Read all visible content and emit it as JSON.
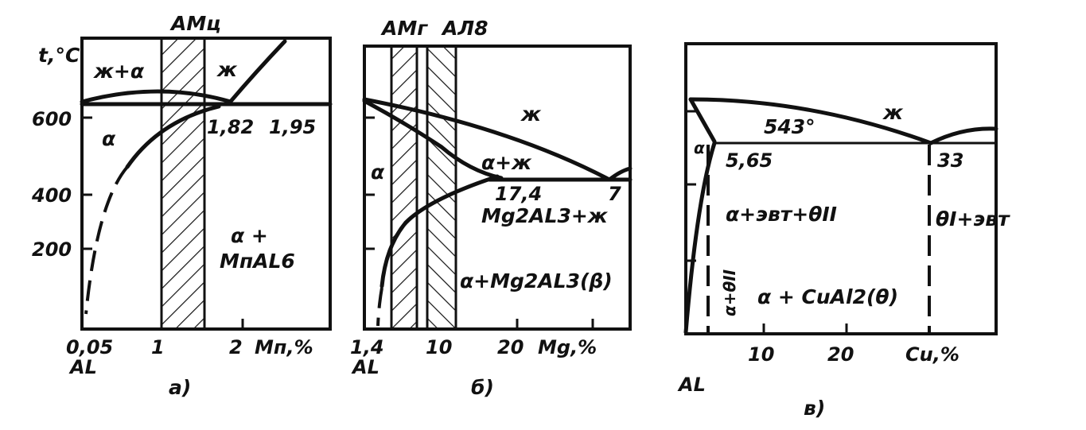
{
  "panel_a": {
    "top_label": "АМц",
    "y_axis_label": "t,°C",
    "y_ticks": [
      "600",
      "400",
      "200"
    ],
    "x_ticks": [
      "0,05",
      "1",
      "2",
      "Мп,%"
    ],
    "base_label": "AL",
    "caption": "а)",
    "regions": {
      "liquid_alpha": "ж+α",
      "liquid": "ж",
      "alpha": "α",
      "alpha_plus": "α +",
      "compound": "МпAL6"
    },
    "points": [
      "1,82",
      "1,95"
    ]
  },
  "panel_b": {
    "top_labels": [
      "АМг",
      "АЛ8"
    ],
    "x_ticks": [
      "1,4",
      "10",
      "20",
      "Mg,%"
    ],
    "base_label": "AL",
    "caption": "б)",
    "regions": {
      "liquid": "ж",
      "alpha_liquid": "α+ж",
      "alpha": "α",
      "beta_liquid": "Mg2AL3+ж",
      "alpha_beta": "α+Mg2AL3(β)"
    },
    "points": [
      "17,4",
      "7"
    ]
  },
  "panel_c": {
    "x_ticks": [
      "10",
      "20",
      "Cu,%"
    ],
    "base_label": "AL",
    "caption": "в)",
    "regions": {
      "liquid": "ж",
      "temperature": "543°",
      "alpha": "α",
      "alpha_eut_theta2": "α+эвт+θII",
      "theta1_eut": "θI+эвт",
      "alpha_theta2": "α+θII",
      "alpha_cual2": "α + CuAl2(θ)"
    },
    "points": [
      "5,65",
      "33"
    ]
  }
}
